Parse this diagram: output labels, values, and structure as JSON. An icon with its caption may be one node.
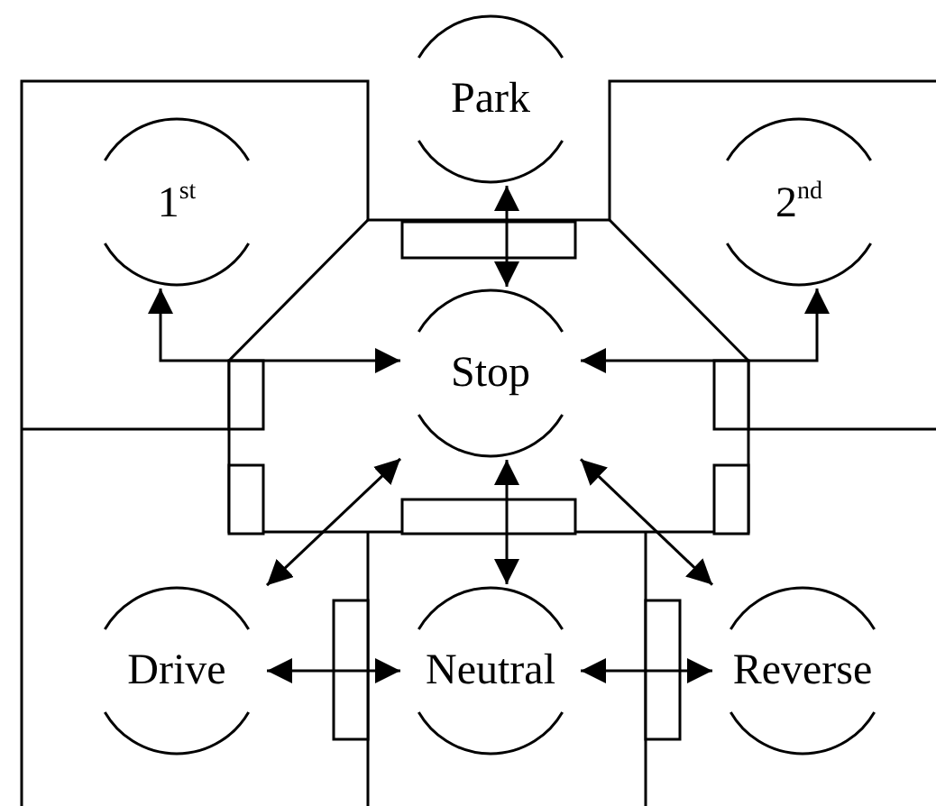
{
  "diagram": {
    "nodes": [
      {
        "text": [
          "Park"
        ]
      },
      {
        "text": [
          "1$^{st}$"
        ]
      },
      {
        "text": [
          "2$^{nd}$"
        ]
      },
      {
        "text": [
          "Stop"
        ]
      },
      {
        "text": [
          "Drive"
        ]
      },
      {
        "text": [
          "Neutral"
        ]
      },
      {
        "text": [
          "Reverse"
        ]
      }
    ],
    "edges": [
      {
        "from": 0,
        "to": 3,
        "arrow": "both"
      },
      {
        "from": 3,
        "to": 1,
        "arrow": "both"
      },
      {
        "from": 3,
        "to": 2,
        "arrow": "both"
      },
      {
        "from": 3,
        "to": 4,
        "arrow": "both"
      },
      {
        "from": 3,
        "to": 6,
        "arrow": "both"
      },
      {
        "from": 3,
        "to": 5,
        "arrow": "both"
      },
      {
        "from": 4,
        "to": 5,
        "arrow": "both"
      },
      {
        "from": 5,
        "to": 6,
        "arrow": "both"
      }
    ]
  }
}
